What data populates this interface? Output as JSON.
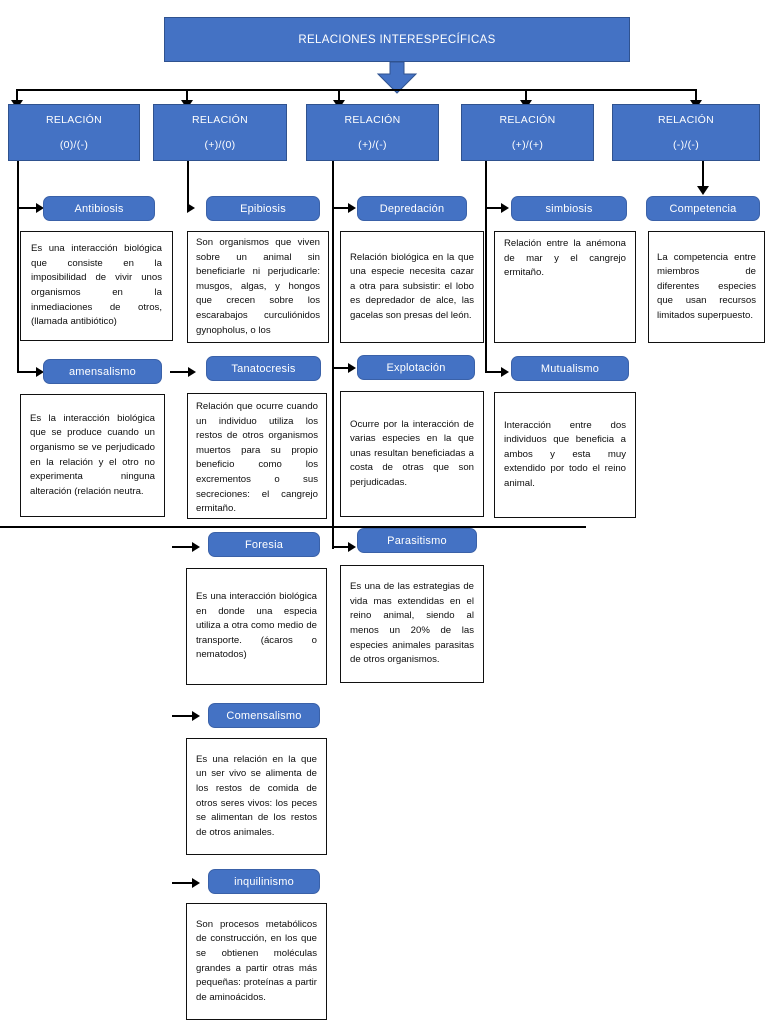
{
  "diagram": {
    "title": "RELACIONES INTERESPECÍFICAS",
    "relations": [
      {
        "name": "relation-0-minus",
        "line1": "RELACIÓN",
        "line2": "(0)/(-)"
      },
      {
        "name": "relation-plus-0",
        "line1": "RELACIÓN",
        "line2": "(+)/(0)"
      },
      {
        "name": "relation-plus-minus",
        "line1": "RELACIÓN",
        "line2": "(+)/(-)"
      },
      {
        "name": "relation-plus-plus",
        "line1": "RELACIÓN",
        "line2": "(+)/(+)"
      },
      {
        "name": "relation-minus-minus",
        "line1": "RELACIÓN",
        "line2": "(-)/(-)"
      }
    ],
    "nodes": {
      "antibiosis": {
        "label": "Antibiosis",
        "text": "Es una interacción biológica que consiste en la imposibilidad de vivir unos organismos en la inmediaciones de otros, (llamada antibiótico)"
      },
      "amensalismo": {
        "label": "amensalismo",
        "text": "Es la interacción biológica que se produce cuando un organismo se ve perjudicado en la relación y el otro no experimenta ninguna alteración (relación neutra."
      },
      "epibiosis": {
        "label": "Epibiosis",
        "text": "Son organismos que viven sobre un animal sin beneficiarle ni perjudicarle: musgos, algas, y hongos que crecen sobre los escarabajos curculiónidos gynopholus, o los"
      },
      "tanatocresis": {
        "label": "Tanatocresis",
        "text": "Relación que ocurre cuando un individuo utiliza los restos de otros organismos muertos para su propio beneficio como los excrementos o sus secreciones: el cangrejo ermitaño."
      },
      "foresia": {
        "label": "Foresia",
        "text": "Es una interacción biológica en donde una especia utiliza a otra como medio de transporte. (ácaros o nematodos)"
      },
      "comensalismo": {
        "label": "Comensalismo",
        "text": "Es una relación en la que un ser vivo se alimenta de los restos de comida de otros seres vivos: los peces se alimentan de los restos de otros animales."
      },
      "inquilinismo": {
        "label": "inquilinismo",
        "text": "Son procesos metabólicos de construcción, en los que se obtienen moléculas grandes a partir otras más pequeñas: proteínas a partir de aminoácidos."
      },
      "depredacion": {
        "label": "Depredación",
        "text": "Relación biológica en la que una especie necesita cazar a otra para subsistir: el lobo es depredador de alce, las gacelas son presas del león."
      },
      "explotacion": {
        "label": "Explotación",
        "text": "Ocurre por la interacción de varias especies en la que unas resultan beneficiadas a costa de otras que son perjudicadas."
      },
      "parasitismo": {
        "label": "Parasitismo",
        "text": "Es una de las estrategias de vida mas extendidas en el reino animal, siendo al menos un 20% de las especies animales parasitas de otros organismos."
      },
      "simbiosis": {
        "label": "simbiosis",
        "text": "Relación entre la anémona de mar y el cangrejo ermitaño."
      },
      "mutualismo": {
        "label": "Mutualismo",
        "text": "Interacción entre dos individuos que beneficia a ambos y esta muy extendido por todo el reino animal."
      },
      "competencia": {
        "label": "Competencia",
        "text": "La competencia entre miembros de diferentes especies que usan recursos limitados superpuesto."
      }
    },
    "colors": {
      "fill": "#4472C4",
      "stroke": "#2F528F",
      "connector": "#000000",
      "text_light": "#FFFFFF",
      "text_dark": "#0D0D0D"
    }
  }
}
